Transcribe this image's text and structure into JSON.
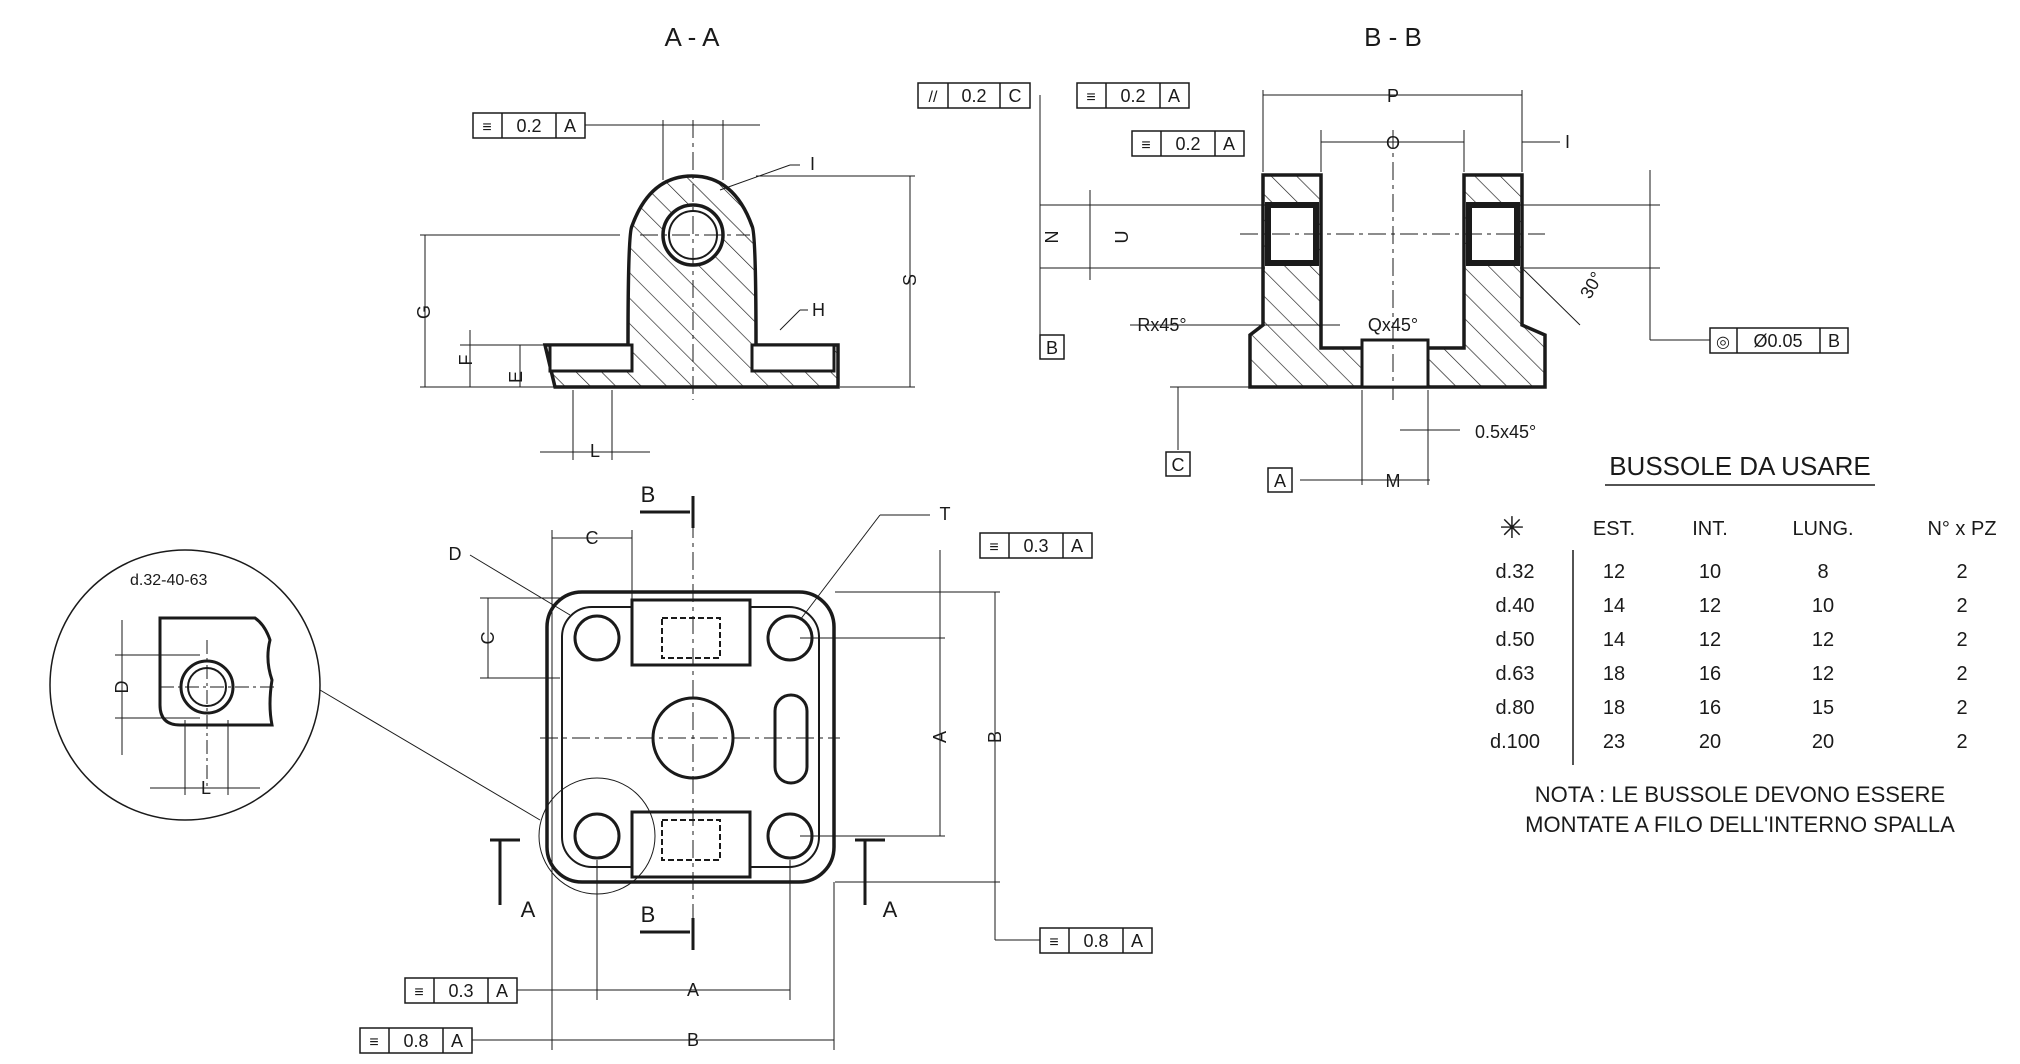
{
  "views": {
    "section_aa_title": "A - A",
    "section_bb_title": "B - B",
    "detail_label": "d.32-40-63"
  },
  "dimensions": {
    "A": "A",
    "B": "B",
    "C": "C",
    "D": "D",
    "E": "E",
    "F": "F",
    "G": "G",
    "H": "H",
    "I": "I",
    "L": "L",
    "M": "M",
    "N": "N",
    "O": "O",
    "P": "P",
    "S": "S",
    "T": "T",
    "U": "U",
    "rx45": "Rx45°",
    "qx45": "Qx45°",
    "chamfer": "0.5x45°",
    "angle30": "30°"
  },
  "datums": {
    "a": "A",
    "b": "B",
    "c": "C"
  },
  "cut_markers": {
    "b": "B",
    "a": "A"
  },
  "tolerances": [
    {
      "id": "aa-flat",
      "symbol": "≡",
      "value": "0.2",
      "datum": "A"
    },
    {
      "id": "bb-parallel",
      "symbol": "//",
      "value": "0.2",
      "datum": "C"
    },
    {
      "id": "bb-sym-p",
      "symbol": "≡",
      "value": "0.2",
      "datum": "A"
    },
    {
      "id": "bb-sym-o",
      "symbol": "≡",
      "value": "0.2",
      "datum": "A"
    },
    {
      "id": "bb-concentric",
      "symbol": "◎",
      "value": "Ø0.05",
      "datum": "B"
    },
    {
      "id": "plan-t",
      "symbol": "≡",
      "value": "0.3",
      "datum": "A"
    },
    {
      "id": "plan-b-right",
      "symbol": "≡",
      "value": "0.8",
      "datum": "A"
    },
    {
      "id": "plan-a-bottom",
      "symbol": "≡",
      "value": "0.3",
      "datum": "A"
    },
    {
      "id": "plan-b-bottom",
      "symbol": "≡",
      "value": "0.8",
      "datum": "A"
    }
  ],
  "table": {
    "title": "BUSSOLE DA USARE",
    "symbol": "✳",
    "headers": [
      "EST.",
      "INT.",
      "LUNG.",
      "N° x PZ"
    ],
    "rows": [
      {
        "size": "d.32",
        "est": "12",
        "int": "10",
        "lung": "8",
        "pz": "2"
      },
      {
        "size": "d.40",
        "est": "14",
        "int": "12",
        "lung": "10",
        "pz": "2"
      },
      {
        "size": "d.50",
        "est": "14",
        "int": "12",
        "lung": "12",
        "pz": "2"
      },
      {
        "size": "d.63",
        "est": "18",
        "int": "16",
        "lung": "12",
        "pz": "2"
      },
      {
        "size": "d.80",
        "est": "18",
        "int": "16",
        "lung": "15",
        "pz": "2"
      },
      {
        "size": "d.100",
        "est": "23",
        "int": "20",
        "lung": "20",
        "pz": "2"
      }
    ],
    "note_line1": "NOTA : LE BUSSOLE DEVONO ESSERE",
    "note_line2": "MONTATE A FILO DELL'INTERNO SPALLA"
  }
}
